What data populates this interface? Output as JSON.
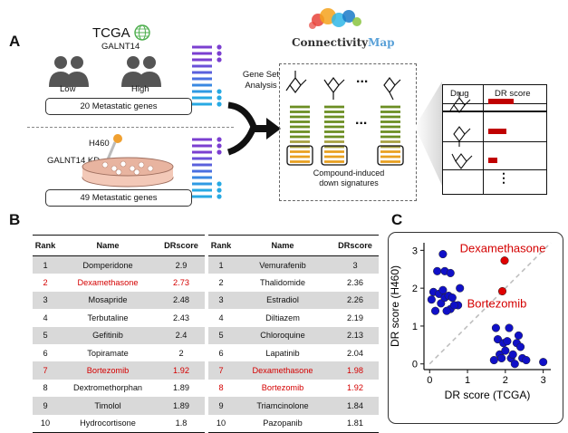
{
  "panel_a": {
    "letter": "A",
    "tcga_label": "TCGA",
    "tcga_gene": "GALNT14",
    "low_label": "Low",
    "high_label": "High",
    "box1_text": "20 Metastatic genes",
    "h460_label": "H460",
    "kd_label": "GALNT14 KD",
    "box2_text": "49 Metastatic genes",
    "gsa_label_line1": "Gene Set",
    "gsa_label_line2": "Analysis",
    "cmap_label_a": "Connectivity",
    "cmap_label_b": "Map",
    "dots": "...",
    "compound_line1": "Compound-induced",
    "compound_line2": "down signatures",
    "drug_table_header_drug": "Drug",
    "drug_table_header_score": "DR score",
    "vdots": "⋮",
    "colors": {
      "purple": "#7b3fd0",
      "blue": "#4a6fe0",
      "cyan": "#27a9e3",
      "green": "#6b8e23",
      "orange": "#e8a020",
      "red": "#c00000"
    }
  },
  "panel_b": {
    "letter": "B",
    "headers": [
      "Rank",
      "Name",
      "DRscore"
    ],
    "left_rows": [
      {
        "rank": "1",
        "name": "Domperidone",
        "score": "2.9",
        "hl": false
      },
      {
        "rank": "2",
        "name": "Dexamethasone",
        "score": "2.73",
        "hl": true
      },
      {
        "rank": "3",
        "name": "Mosapride",
        "score": "2.48",
        "hl": false
      },
      {
        "rank": "4",
        "name": "Terbutaline",
        "score": "2.43",
        "hl": false
      },
      {
        "rank": "5",
        "name": "Gefitinib",
        "score": "2.4",
        "hl": false
      },
      {
        "rank": "6",
        "name": "Topiramate",
        "score": "2",
        "hl": false
      },
      {
        "rank": "7",
        "name": "Bortezomib",
        "score": "1.92",
        "hl": true
      },
      {
        "rank": "8",
        "name": "Dextromethorphan",
        "score": "1.89",
        "hl": false
      },
      {
        "rank": "9",
        "name": "Timolol",
        "score": "1.89",
        "hl": false
      },
      {
        "rank": "10",
        "name": "Hydrocortisone",
        "score": "1.8",
        "hl": false
      }
    ],
    "right_rows": [
      {
        "rank": "1",
        "name": "Vemurafenib",
        "score": "3",
        "hl": false
      },
      {
        "rank": "2",
        "name": "Thalidomide",
        "score": "2.36",
        "hl": false
      },
      {
        "rank": "3",
        "name": "Estradiol",
        "score": "2.26",
        "hl": false
      },
      {
        "rank": "4",
        "name": "Diltiazem",
        "score": "2.19",
        "hl": false
      },
      {
        "rank": "5",
        "name": "Chloroquine",
        "score": "2.13",
        "hl": false
      },
      {
        "rank": "6",
        "name": "Lapatinib",
        "score": "2.04",
        "hl": false
      },
      {
        "rank": "7",
        "name": "Dexamethasone",
        "score": "1.98",
        "hl": true
      },
      {
        "rank": "8",
        "name": "Bortezomib",
        "score": "1.92",
        "hl": true
      },
      {
        "rank": "9",
        "name": "Triamcinolone",
        "score": "1.84",
        "hl": false
      },
      {
        "rank": "10",
        "name": "Pazopanib",
        "score": "1.81",
        "hl": false
      }
    ]
  },
  "panel_c": {
    "letter": "C",
    "chart_data": {
      "type": "scatter",
      "xlabel": "DR score (TCGA)",
      "ylabel": "DR score (H460)",
      "xlim": [
        -0.15,
        3.2
      ],
      "ylim": [
        -0.15,
        3.2
      ],
      "xticks": [
        "0",
        "1",
        "2",
        "3"
      ],
      "yticks": [
        "0",
        "1",
        "2",
        "3"
      ],
      "grid": false,
      "diagonal": true,
      "series": [
        {
          "color": "#1010c8",
          "points": [
            [
              0.05,
              1.7
            ],
            [
              0.1,
              1.9
            ],
            [
              0.2,
              2.45
            ],
            [
              0.25,
              1.85
            ],
            [
              0.3,
              1.6
            ],
            [
              0.35,
              1.95
            ],
            [
              0.4,
              1.75
            ],
            [
              0.5,
              1.8
            ],
            [
              0.55,
              1.45
            ],
            [
              0.6,
              1.75
            ],
            [
              0.75,
              1.55
            ],
            [
              0.8,
              2.0
            ],
            [
              0.4,
              2.45
            ],
            [
              0.55,
              2.4
            ],
            [
              0.35,
              2.9
            ],
            [
              0.15,
              1.4
            ],
            [
              0.45,
              1.4
            ],
            [
              0.65,
              1.55
            ],
            [
              1.75,
              0.95
            ],
            [
              1.8,
              0.65
            ],
            [
              1.85,
              0.25
            ],
            [
              1.9,
              0.15
            ],
            [
              1.95,
              0.55
            ],
            [
              2.05,
              0.6
            ],
            [
              2.1,
              0.95
            ],
            [
              2.15,
              0.15
            ],
            [
              2.2,
              0.25
            ],
            [
              2.3,
              0.55
            ],
            [
              2.35,
              0.75
            ],
            [
              2.4,
              0.45
            ],
            [
              2.45,
              0.15
            ],
            [
              2.55,
              0.1
            ],
            [
              3.0,
              0.05
            ],
            [
              2.0,
              0.35
            ],
            [
              1.7,
              0.1
            ],
            [
              2.25,
              0.0
            ]
          ]
        },
        {
          "color": "#e00000",
          "points": [
            [
              1.98,
              2.73
            ],
            [
              1.92,
              1.92
            ]
          ]
        }
      ],
      "annotations": [
        {
          "text": "Dexamethasone",
          "x": 1.98,
          "y": 2.73
        },
        {
          "text": "Bortezomib",
          "x": 1.92,
          "y": 1.92
        }
      ]
    }
  }
}
